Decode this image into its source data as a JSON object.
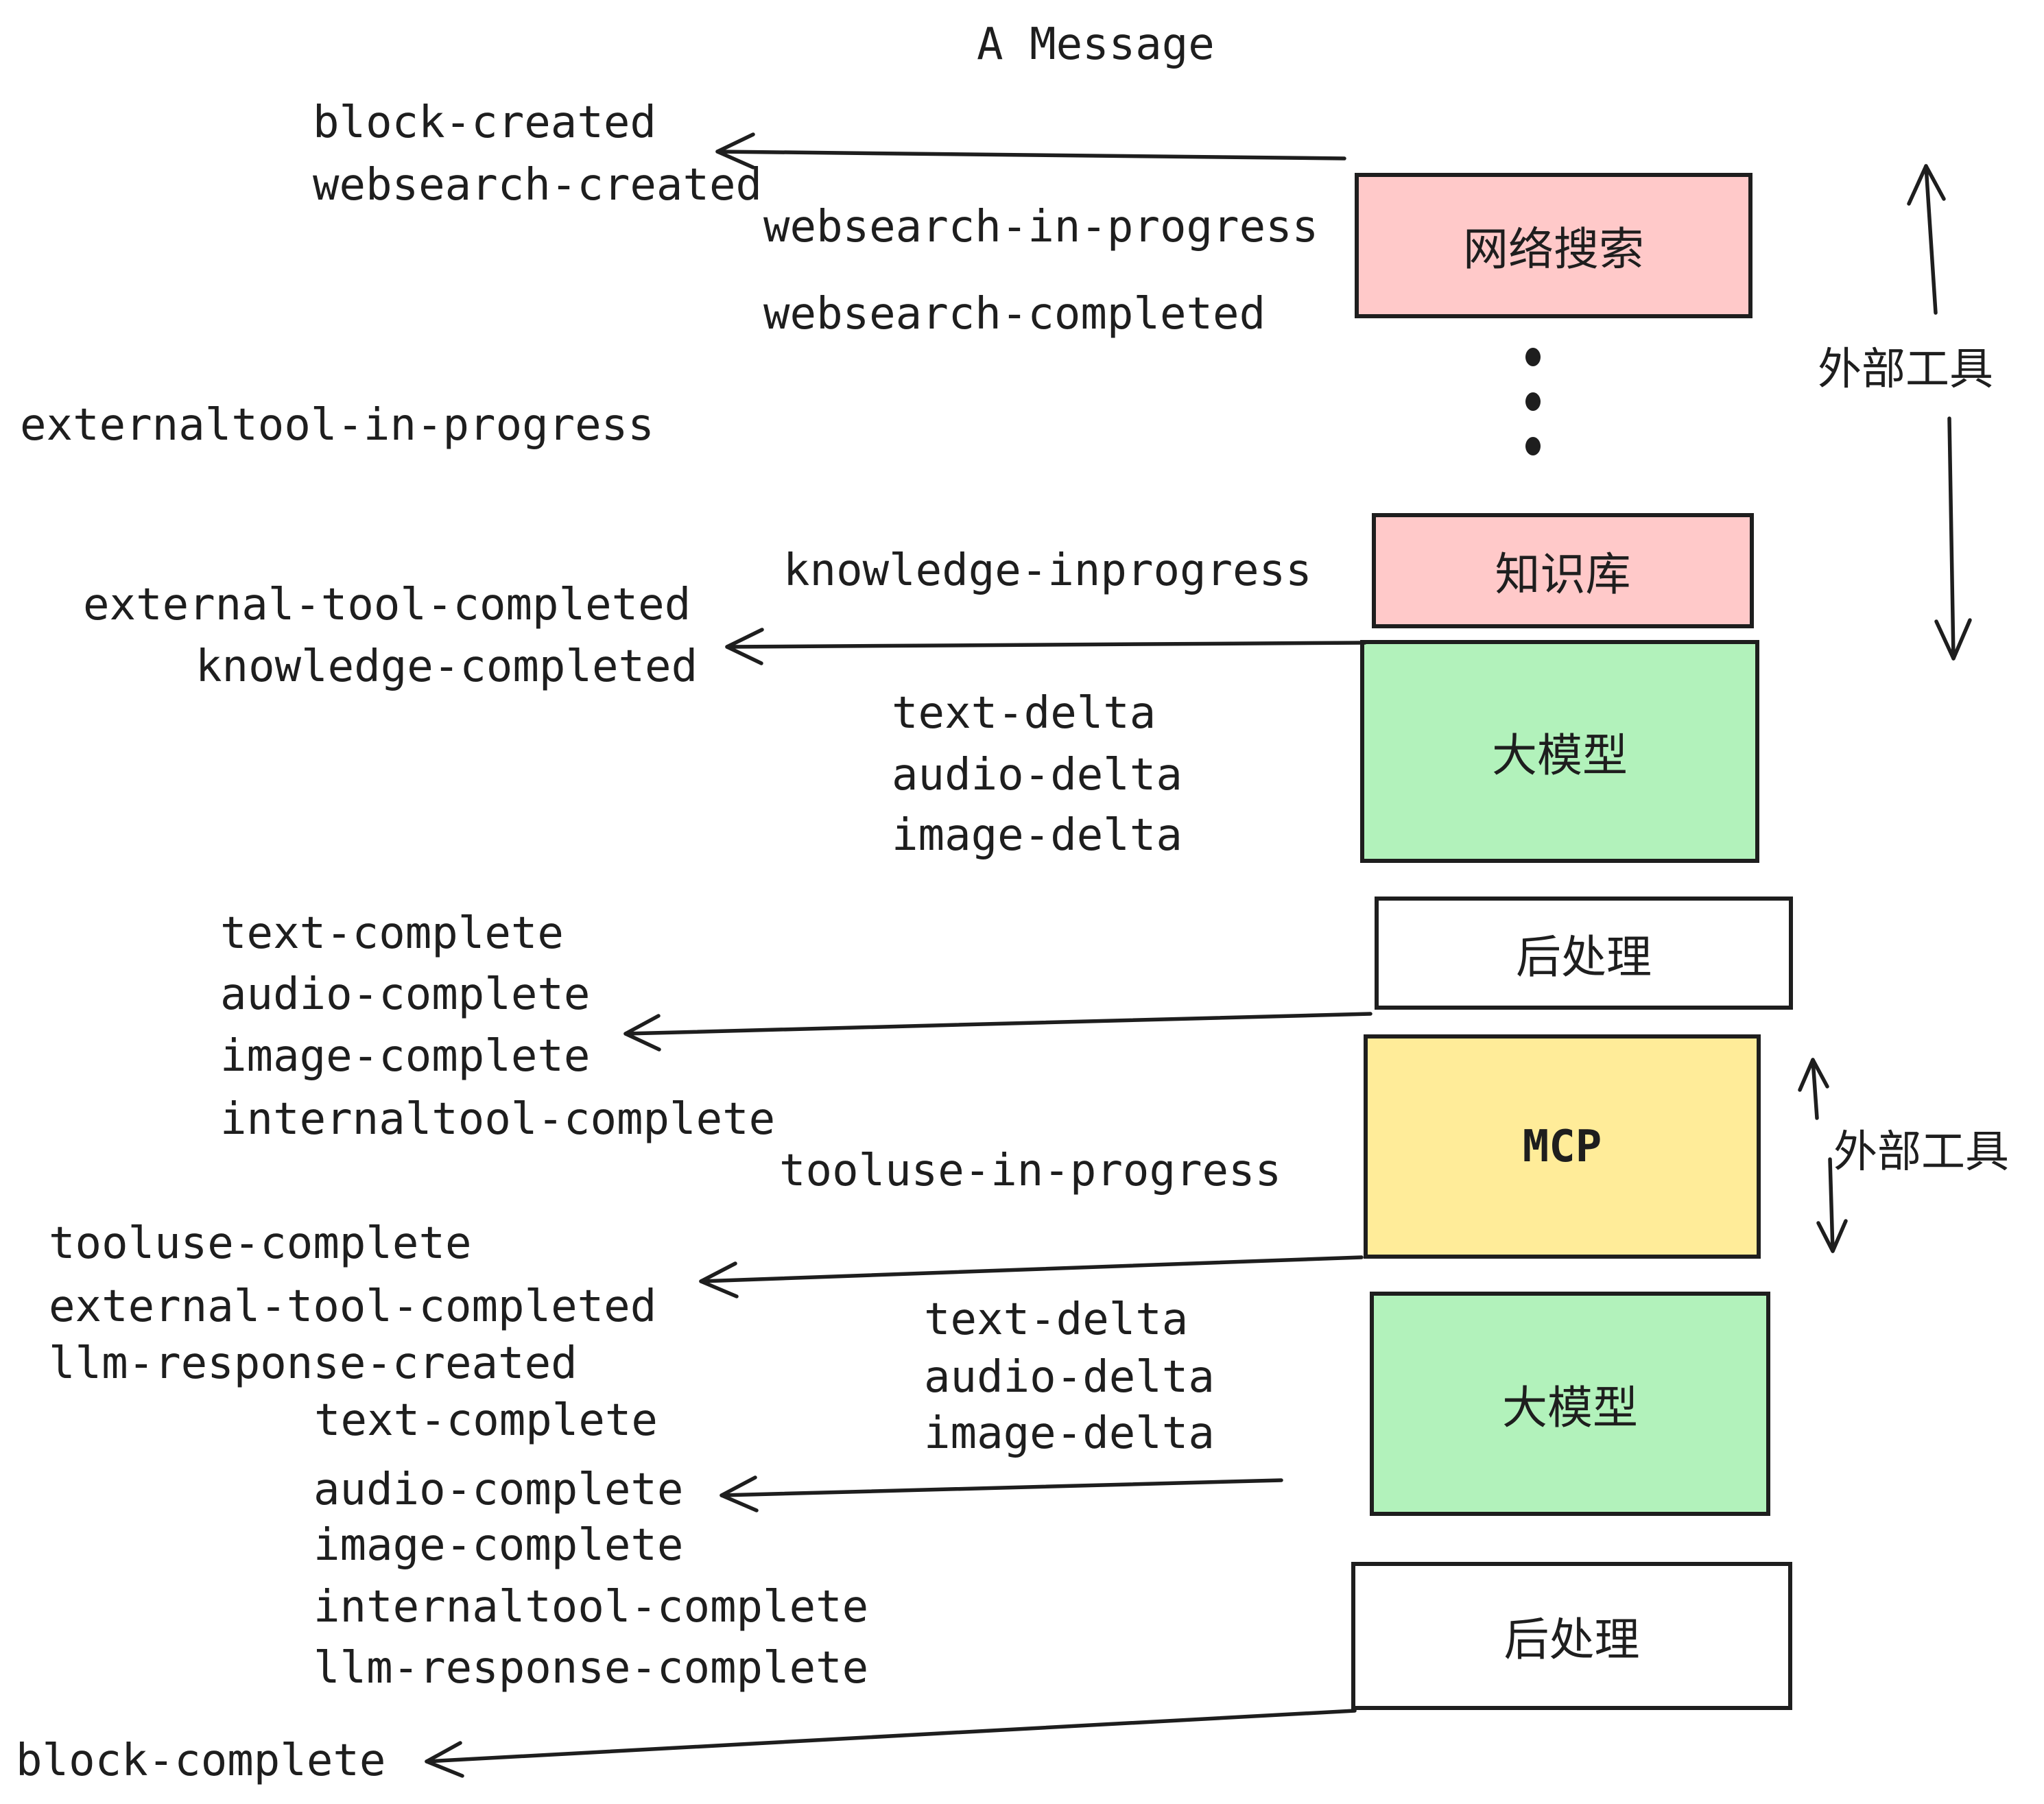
{
  "title": "A Message",
  "colors": {
    "pink": "#ffc9c9",
    "green": "#b2f2bb",
    "yellow": "#ffec99",
    "white": "#ffffff",
    "stroke": "#1e1e1e"
  },
  "boxes": {
    "websearch": {
      "label": "网络搜索"
    },
    "knowledge": {
      "label": "知识库"
    },
    "llm": {
      "label": "大模型"
    },
    "post": {
      "label": "后处理"
    },
    "mcp": {
      "label": "MCP"
    }
  },
  "annotations": {
    "external_tools": "外部工具"
  },
  "events": {
    "block_created": "block-created",
    "websearch_created": "websearch-created",
    "websearch_in_progress": "websearch-in-progress",
    "websearch_completed": "websearch-completed",
    "externaltool_in_progress": "externaltool-in-progress",
    "knowledge_inprogress": "knowledge-inprogress",
    "external_tool_completed": "external-tool-completed",
    "knowledge_completed": "knowledge-completed",
    "text_delta": "text-delta",
    "audio_delta": "audio-delta",
    "image_delta": "image-delta",
    "text_complete": "text-complete",
    "audio_complete": "audio-complete",
    "image_complete": "image-complete",
    "internaltool_complete": "internaltool-complete",
    "tooluse_in_progress": "tooluse-in-progress",
    "tooluse_complete": "tooluse-complete",
    "llm_response_created": "llm-response-created",
    "llm_response_complete": "llm-response-complete",
    "block_complete": "block-complete"
  }
}
